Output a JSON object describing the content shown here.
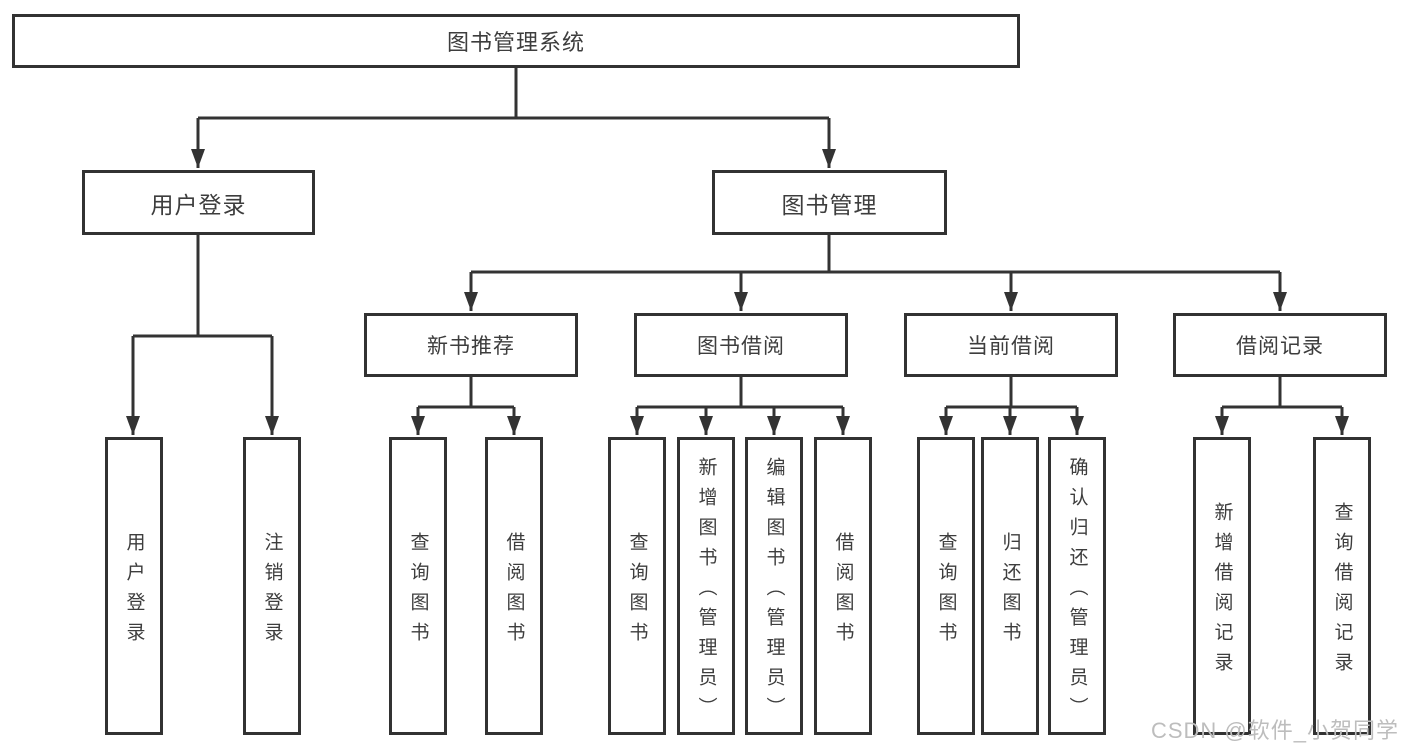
{
  "page": {
    "watermark": "CSDN @软件_小贺同学",
    "colors": {
      "background": "#ffffff",
      "line": "#333333",
      "box_border": "#323232",
      "text": "#3d3d3d",
      "watermark": "#bdbdbd"
    }
  },
  "tree": {
    "root": {
      "label": "图书管理系统"
    },
    "children": [
      {
        "label": "用户登录",
        "children": [
          {
            "label": "用户登录"
          },
          {
            "label": "注销登录"
          }
        ]
      },
      {
        "label": "图书管理",
        "children": [
          {
            "label": "新书推荐",
            "children": [
              {
                "label": "查询图书"
              },
              {
                "label": "借阅图书"
              }
            ]
          },
          {
            "label": "图书借阅",
            "children": [
              {
                "label": "查询图书"
              },
              {
                "label": "新增图书（管理员）"
              },
              {
                "label": "编辑图书（管理员）"
              },
              {
                "label": "借阅图书"
              }
            ]
          },
          {
            "label": "当前借阅",
            "children": [
              {
                "label": "查询图书"
              },
              {
                "label": "归还图书"
              },
              {
                "label": "确认归还（管理员）"
              }
            ]
          },
          {
            "label": "借阅记录",
            "children": [
              {
                "label": "新增借阅记录"
              },
              {
                "label": "查询借阅记录"
              }
            ]
          }
        ]
      }
    ]
  }
}
